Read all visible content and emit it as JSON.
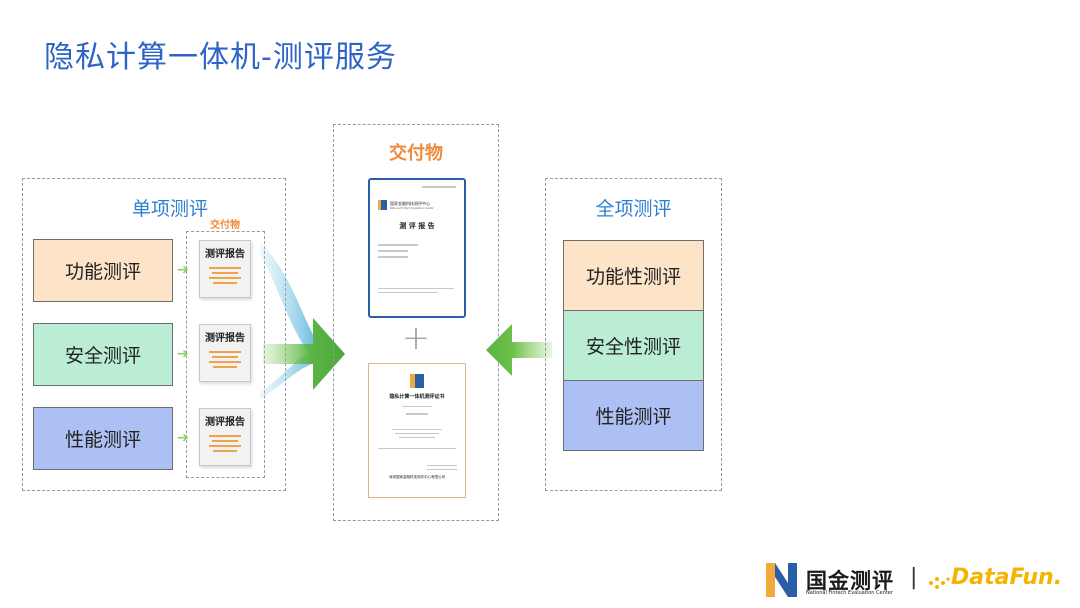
{
  "title": "隐私计算一体机-测评服务",
  "single_eval": {
    "title": "单项测评",
    "deliverable_label": "交付物",
    "items": [
      {
        "label": "功能测评",
        "doc": "测评报告"
      },
      {
        "label": "安全测评",
        "doc": "测评报告"
      },
      {
        "label": "性能测评",
        "doc": "测评报告"
      }
    ]
  },
  "deliverables": {
    "title": "交付物",
    "plus": "+",
    "report": {
      "org": "国家金融科技测评中心",
      "org_en": "National FinTech Evaluation Center",
      "heading": "测 评 报 告"
    },
    "certificate": {
      "heading": "隐私计算一体机测评证书",
      "issuer": "深圳国家金融科技测评中心有限公司"
    }
  },
  "full_eval": {
    "title": "全项测评",
    "items": [
      "功能性测评",
      "安全性测评",
      "性能测评"
    ]
  },
  "footer": {
    "logo_cn": "国金测评",
    "logo_en": "National Fintech Evaluation Center",
    "separator": "|",
    "brand": "DataFun."
  },
  "colors": {
    "title": "#2e63c8",
    "section_title": "#2e7fd1",
    "deliverable": "#f08a3a",
    "functional": "#fde3c7",
    "security": "#baedd3",
    "performance": "#adc0f3",
    "arrow": "#6cbf4a"
  }
}
